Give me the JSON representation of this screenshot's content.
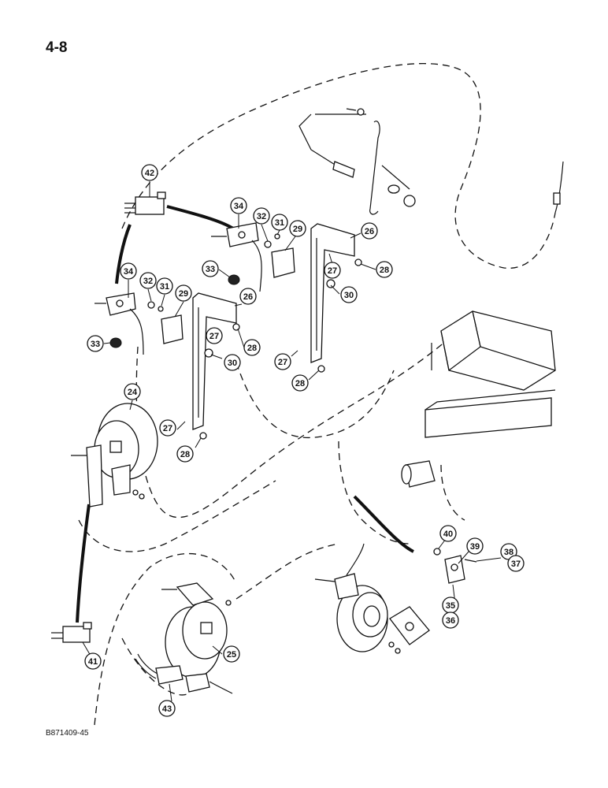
{
  "page": {
    "number": "4-8",
    "figure_code": "B871409-45"
  },
  "callouts": [
    {
      "id": "c42",
      "text": "42"
    },
    {
      "id": "c34a",
      "text": "34"
    },
    {
      "id": "c32a",
      "text": "32"
    },
    {
      "id": "c31a",
      "text": "31"
    },
    {
      "id": "c29a",
      "text": "29"
    },
    {
      "id": "c26a",
      "text": "26"
    },
    {
      "id": "c33a",
      "text": "33"
    },
    {
      "id": "c27a",
      "text": "27"
    },
    {
      "id": "c28a",
      "text": "28"
    },
    {
      "id": "c30a",
      "text": "30"
    },
    {
      "id": "c27b",
      "text": "27"
    },
    {
      "id": "c28b",
      "text": "28"
    },
    {
      "id": "c34b",
      "text": "34"
    },
    {
      "id": "c32b",
      "text": "32"
    },
    {
      "id": "c31b",
      "text": "31"
    },
    {
      "id": "c29b",
      "text": "29"
    },
    {
      "id": "c26b",
      "text": "26"
    },
    {
      "id": "c33b",
      "text": "33"
    },
    {
      "id": "c27c",
      "text": "27"
    },
    {
      "id": "c28c",
      "text": "28"
    },
    {
      "id": "c30b",
      "text": "30"
    },
    {
      "id": "c27d",
      "text": "27"
    },
    {
      "id": "c28d",
      "text": "28"
    },
    {
      "id": "c24",
      "text": "24"
    },
    {
      "id": "c40",
      "text": "40"
    },
    {
      "id": "c39",
      "text": "39"
    },
    {
      "id": "c38",
      "text": "38"
    },
    {
      "id": "c37",
      "text": "37"
    },
    {
      "id": "c35",
      "text": "35"
    },
    {
      "id": "c36",
      "text": "36"
    },
    {
      "id": "c41",
      "text": "41"
    },
    {
      "id": "c25",
      "text": "25"
    },
    {
      "id": "c43",
      "text": "43"
    }
  ]
}
